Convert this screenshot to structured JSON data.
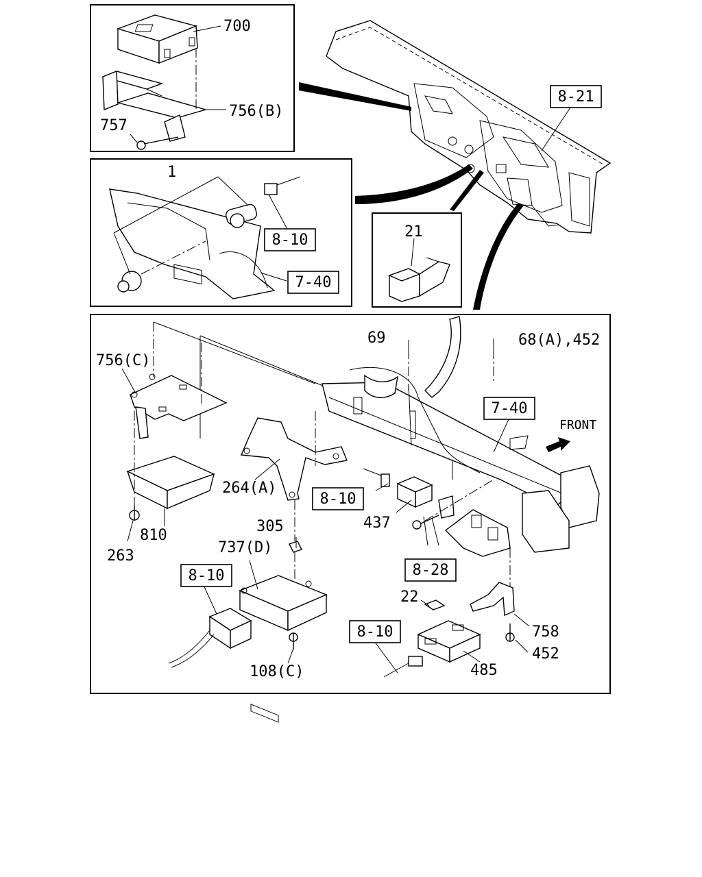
{
  "diagram": {
    "callouts": {
      "c700": "700",
      "c756b": "756(B)",
      "c757": "757",
      "c1": "1",
      "c21": "21",
      "c756c": "756(C)",
      "c69": "69",
      "c68a": "68(A),452",
      "c264a": "264(A)",
      "c810": "810",
      "c263": "263",
      "c305": "305",
      "c737d": "737(D)",
      "c437": "437",
      "c22": "22",
      "c758": "758",
      "c452": "452",
      "c108c": "108(C)",
      "c485": "485"
    },
    "ref_boxes": {
      "r821": "8-21",
      "r810a": "8-10",
      "r740a": "7-40",
      "r740b": "7-40",
      "r810b": "8-10",
      "r828": "8-28",
      "r810c": "8-10",
      "r810d": "8-10"
    },
    "front_label": "FRONT"
  }
}
